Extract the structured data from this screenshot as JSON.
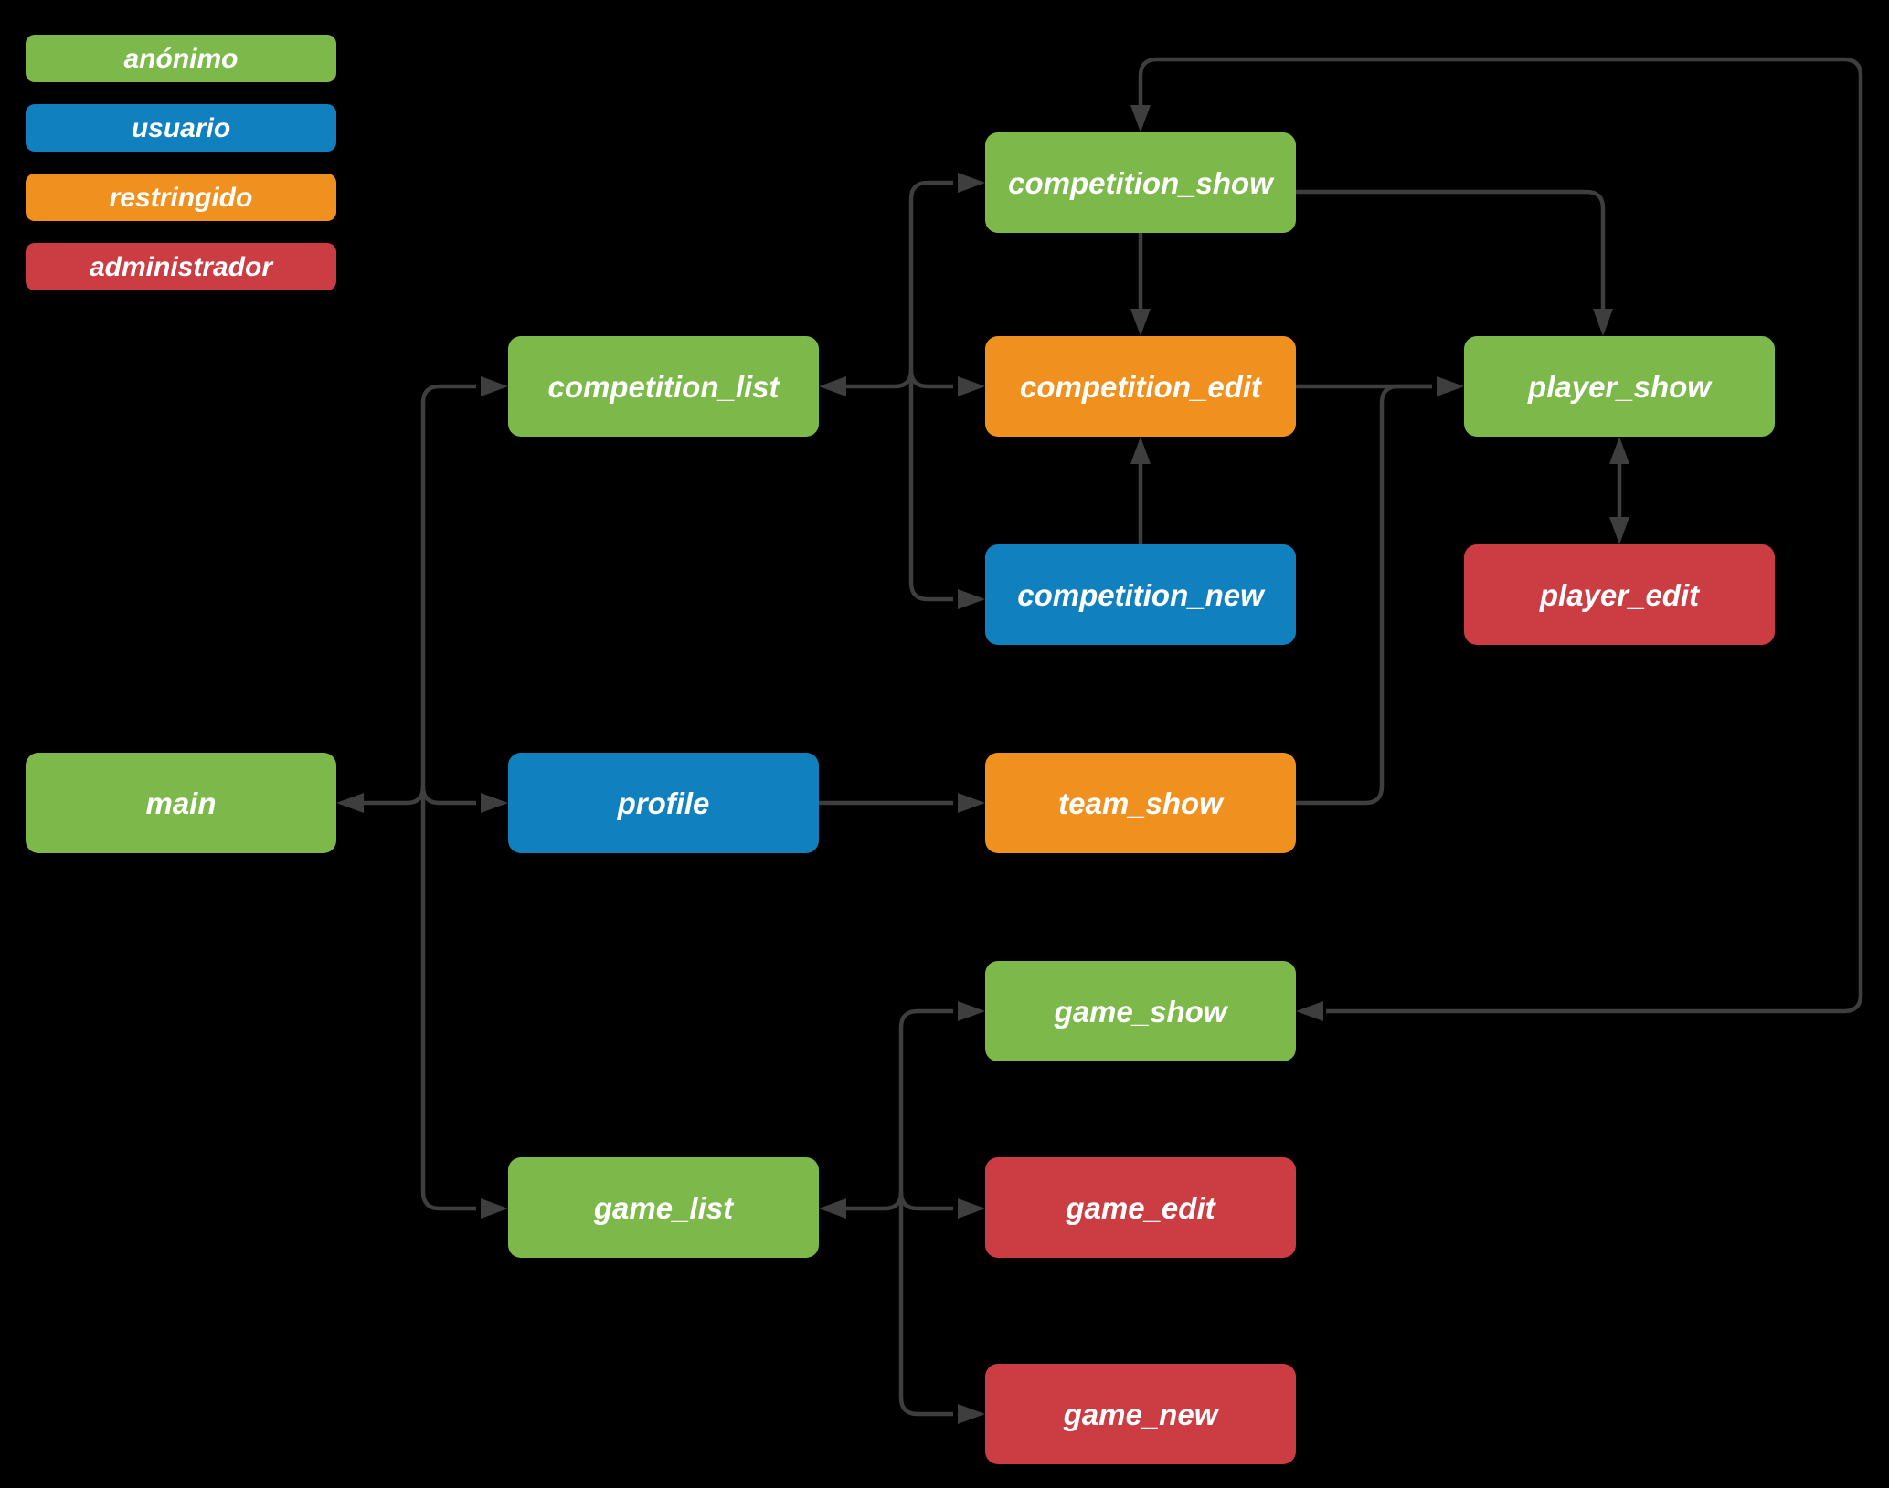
{
  "diagram": {
    "title": "site navigation map with role-based access colors",
    "colors": {
      "background": "#000000",
      "edge": "#3E3E3E",
      "text": "#FFFFFF",
      "anonimo": "#7CB84A",
      "usuario": "#1180BE",
      "restringido": "#F0911F",
      "administrador": "#CB3C43"
    },
    "legend": {
      "items": [
        {
          "label": "anónimo",
          "role": "anonimo",
          "color": "#7CB84A"
        },
        {
          "label": "usuario",
          "role": "usuario",
          "color": "#1180BE"
        },
        {
          "label": "restringido",
          "role": "restringido",
          "color": "#F0911F"
        },
        {
          "label": "administrador",
          "role": "administrador",
          "color": "#CB3C43"
        }
      ]
    },
    "nodes": [
      {
        "id": "competition_show",
        "label": "competition_show",
        "role": "anonimo",
        "color": "#7CB84A"
      },
      {
        "id": "competition_list",
        "label": "competition_list",
        "role": "anonimo",
        "color": "#7CB84A"
      },
      {
        "id": "competition_edit",
        "label": "competition_edit",
        "role": "restringido",
        "color": "#F0911F"
      },
      {
        "id": "player_show",
        "label": "player_show",
        "role": "anonimo",
        "color": "#7CB84A"
      },
      {
        "id": "competition_new",
        "label": "competition_new",
        "role": "usuario",
        "color": "#1180BE"
      },
      {
        "id": "player_edit",
        "label": "player_edit",
        "role": "administrador",
        "color": "#CB3C43"
      },
      {
        "id": "main",
        "label": "main",
        "role": "anonimo",
        "color": "#7CB84A"
      },
      {
        "id": "profile",
        "label": "profile",
        "role": "usuario",
        "color": "#1180BE"
      },
      {
        "id": "team_show",
        "label": "team_show",
        "role": "restringido",
        "color": "#F0911F"
      },
      {
        "id": "game_show",
        "label": "game_show",
        "role": "anonimo",
        "color": "#7CB84A"
      },
      {
        "id": "game_list",
        "label": "game_list",
        "role": "anonimo",
        "color": "#7CB84A"
      },
      {
        "id": "game_edit",
        "label": "game_edit",
        "role": "administrador",
        "color": "#CB3C43"
      },
      {
        "id": "game_new",
        "label": "game_new",
        "role": "administrador",
        "color": "#CB3C43"
      }
    ],
    "connectors": [
      {
        "name": "main-trunk",
        "arrows_into": [
          "main",
          "profile",
          "competition_list",
          "game_list"
        ]
      },
      {
        "name": "competition-trunk",
        "arrows_into": [
          "competition_show",
          "competition_list",
          "competition_edit",
          "competition_new"
        ]
      },
      {
        "name": "show-to-edit",
        "arrows_into": [
          "competition_edit"
        ]
      },
      {
        "name": "new-to-edit",
        "arrows_into": [
          "competition_edit"
        ]
      },
      {
        "name": "edit-to-player-show-with-team-merge",
        "arrows_into": [
          "player_show"
        ]
      },
      {
        "name": "show-to-player-show",
        "arrows_into": [
          "player_show"
        ]
      },
      {
        "name": "profile-to-team-show",
        "arrows_into": [
          "team_show"
        ]
      },
      {
        "name": "player-show-player-edit-bidirectional",
        "arrows_into": [
          "player_show",
          "player_edit"
        ]
      },
      {
        "name": "competition-show-game-show-loop",
        "arrows_into": [
          "competition_show",
          "game_show"
        ]
      },
      {
        "name": "game-trunk",
        "arrows_into": [
          "game_show",
          "game_list",
          "game_edit",
          "game_new"
        ]
      }
    ]
  }
}
